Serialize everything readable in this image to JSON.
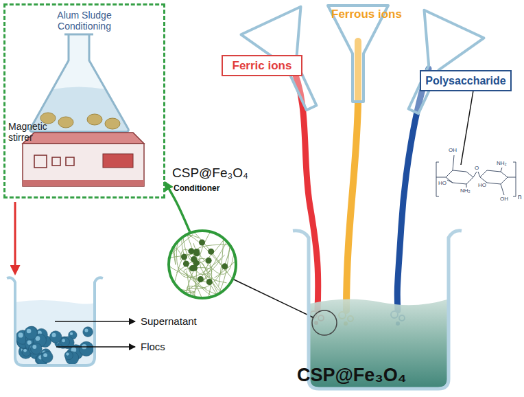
{
  "diagram": {
    "nodes": [
      {
        "text": [
          "Alum Sludge Conditioning"
        ]
      },
      {
        "text": [
          "Ferric ions"
        ]
      },
      {
        "text": [
          "Polysaccharide"
        ]
      },
      {
        "text": [
          "CSP@Fe₃O₄",
          "Conditioner"
        ]
      },
      {
        "text": [
          "CSP@Fe₃O₄"
        ]
      }
    ],
    "edges": [
      {
        "from": 3,
        "to": 0,
        "arrow": "to"
      },
      {
        "from": 4,
        "to": 3,
        "arrow": "none"
      }
    ],
    "labels": [
      "Ferrous ions",
      "Magnetic stirrer",
      "OH",
      "HO",
      "NH₂",
      "O",
      "HO",
      "NH₂",
      "OH",
      "n",
      "Supernatant",
      "Flocs"
    ]
  }
}
